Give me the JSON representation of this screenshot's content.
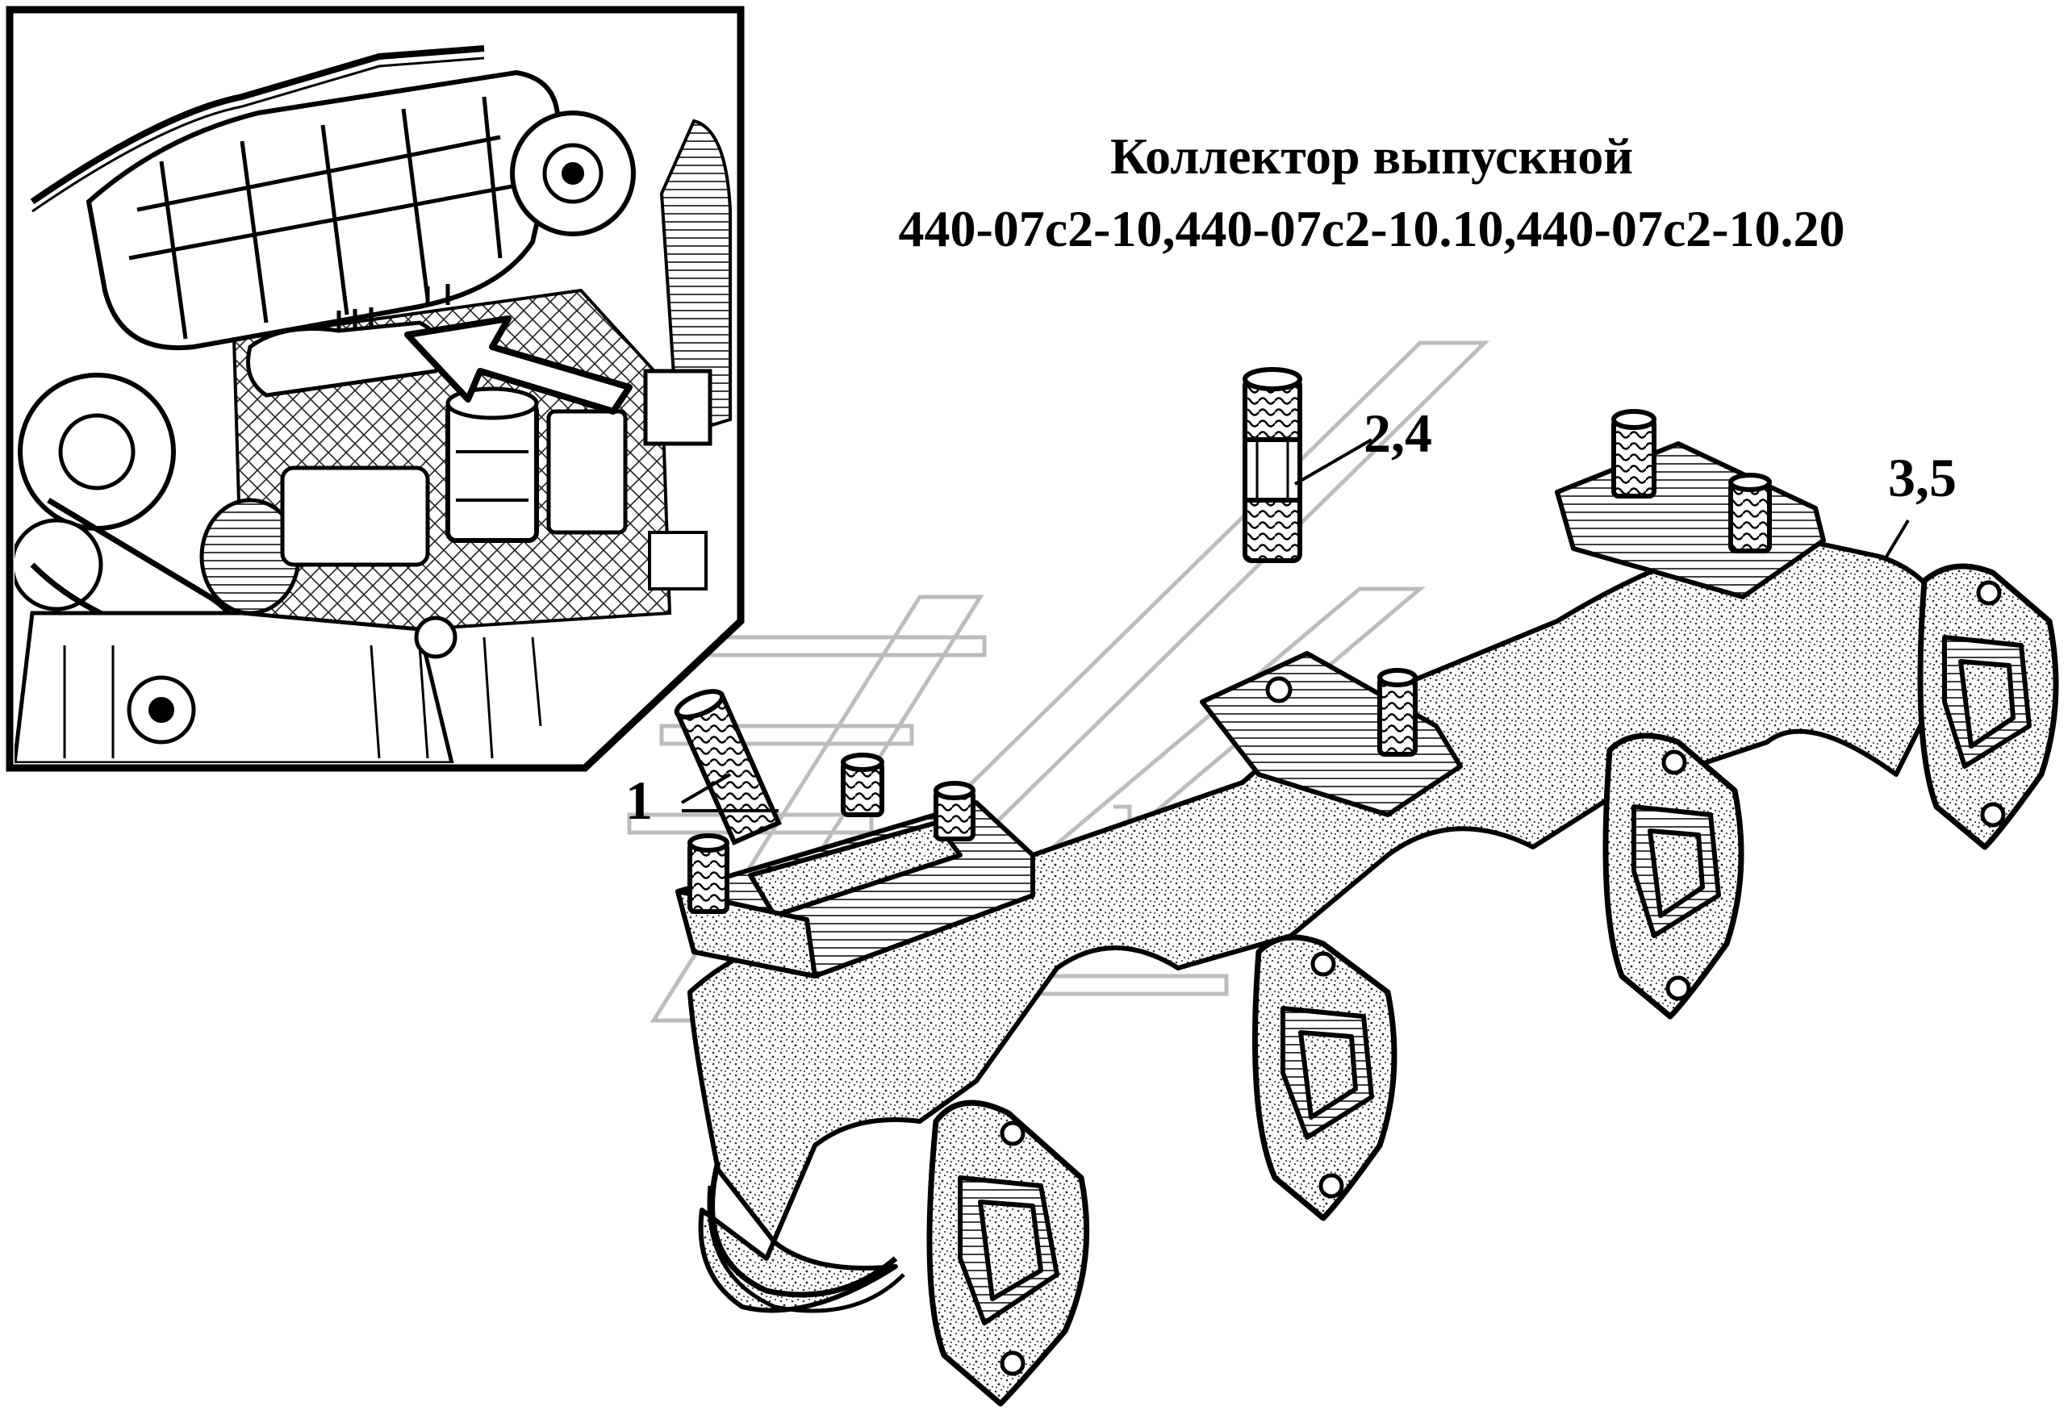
{
  "title": {
    "line1": "Коллектор выпускной",
    "line2": "440-07с2-10,440-07с2-10.10,440-07с2-10.20"
  },
  "callouts": [
    {
      "id": "stud-short",
      "label": "1"
    },
    {
      "id": "stud-long",
      "label": "2,4"
    },
    {
      "id": "manifold",
      "label": "3,5"
    }
  ],
  "colors": {
    "ink": "#000000",
    "paper": "#ffffff",
    "stipple": "#555555",
    "watermark": "#bdbdbd"
  },
  "icons": {
    "inset": "engine-overview-icon",
    "pointer": "location-arrow-icon",
    "watermark": "logo-watermark-icon"
  }
}
